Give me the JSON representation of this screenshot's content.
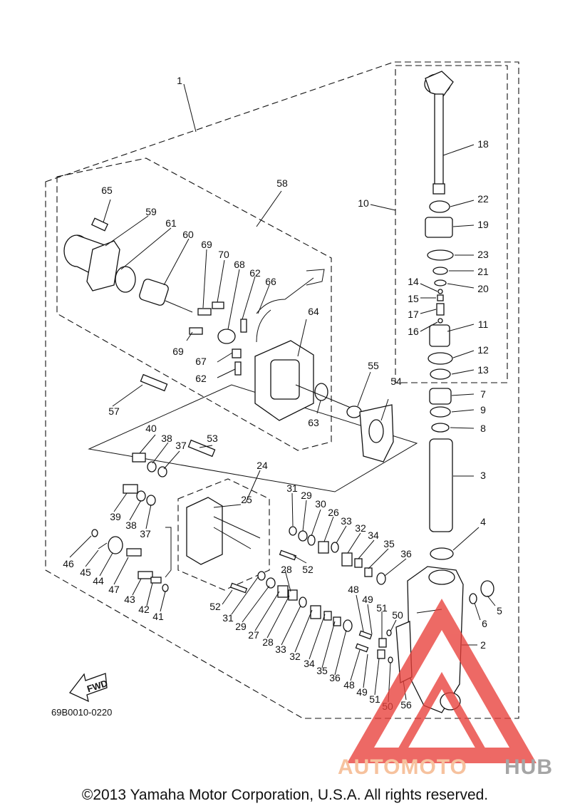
{
  "diagram": {
    "part_code": "69B0010-0220",
    "fwd_label": "FWD",
    "callouts": [
      "1",
      "2",
      "3",
      "4",
      "5",
      "6",
      "7",
      "8",
      "9",
      "10",
      "11",
      "12",
      "13",
      "14",
      "15",
      "16",
      "17",
      "18",
      "19",
      "20",
      "21",
      "22",
      "23",
      "24",
      "25",
      "26",
      "27",
      "28",
      "29",
      "30",
      "31",
      "32",
      "33",
      "34",
      "35",
      "36",
      "37",
      "38",
      "39",
      "40",
      "41",
      "42",
      "43",
      "44",
      "45",
      "46",
      "47",
      "48",
      "49",
      "50",
      "51",
      "52",
      "53",
      "54",
      "55",
      "56",
      "57",
      "58",
      "59",
      "60",
      "61",
      "62",
      "63",
      "64",
      "65",
      "66",
      "67",
      "68",
      "69",
      "70"
    ]
  },
  "watermark": {
    "word_a": "AUTOMOTO",
    "word_b": "HUB",
    "color_a": "#f4b183",
    "color_b": "#8c8c8c",
    "triangle_color": "#e8403a"
  },
  "footer": {
    "copyright": "©2013 Yamaha Motor Corporation, U.S.A. All rights reserved."
  }
}
